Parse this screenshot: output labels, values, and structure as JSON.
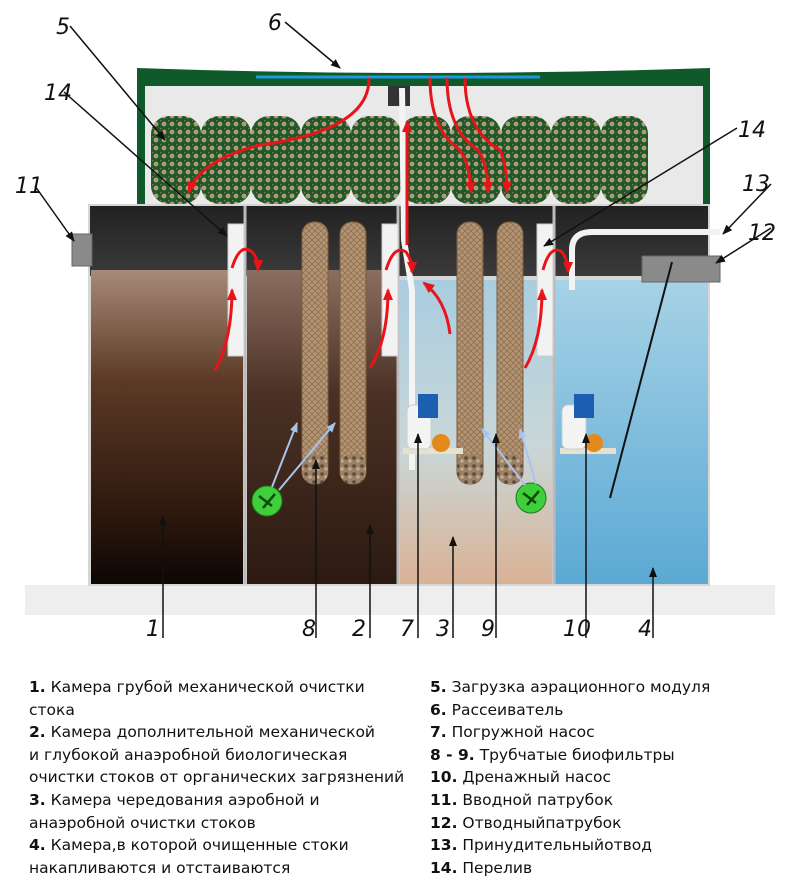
{
  "title": "Схема станции биологической очистки сточных вод",
  "callouts": [
    {
      "id": "1",
      "label": "1"
    },
    {
      "id": "2",
      "label": "2"
    },
    {
      "id": "3",
      "label": "3"
    },
    {
      "id": "4",
      "label": "4"
    },
    {
      "id": "5",
      "label": "5"
    },
    {
      "id": "6",
      "label": "6"
    },
    {
      "id": "7",
      "label": "7"
    },
    {
      "id": "8",
      "label": "8"
    },
    {
      "id": "9",
      "label": "9"
    },
    {
      "id": "10",
      "label": "10"
    },
    {
      "id": "11",
      "label": "11"
    },
    {
      "id": "12",
      "label": "12"
    },
    {
      "id": "13",
      "label": "13"
    },
    {
      "id": "14a",
      "label": "14"
    },
    {
      "id": "14b",
      "label": "14"
    }
  ],
  "legend": {
    "left": [
      {
        "num": "1.",
        "text": " Камера грубой механической очистки\nстока"
      },
      {
        "num": "2.",
        "text": " Камера дополнительной механической\nи глубокой анаэробной биологическая\nочистки стоков от органических загрязнений"
      },
      {
        "num": "3.",
        "text": " Камера чередования аэробной и\nанаэробной очистки стоков"
      },
      {
        "num": "4.",
        "text": " Камера,в которой очищенные стоки\nнакапливаются и отстаиваются"
      }
    ],
    "right": [
      {
        "num": "5.",
        "text": " Загрузка аэрационного модуля"
      },
      {
        "num": "6.",
        "text": " Рассеиватель"
      },
      {
        "num": "7.",
        "text": " Погружной насос"
      },
      {
        "num": "8 - 9.",
        "text": " Трубчатые биофильтры"
      },
      {
        "num": "10.",
        "text": " Дренажный насос"
      },
      {
        "num": "11.",
        "text": " Вводной патрубок"
      },
      {
        "num": "12.",
        "text": " Отводныйпатрубок"
      },
      {
        "num": "13.",
        "text": " Принудительныйотвод"
      },
      {
        "num": "14.",
        "text": " Перелив"
      }
    ]
  },
  "colors": {
    "module_frame": "#0f5a2a",
    "diffuser": "#1a9ae0",
    "flow_arrow": "#e8141a",
    "chamber1_top": "#9b7a66",
    "chamber1_bottom": "#160a05",
    "chamber2": "#4a3226",
    "chamber3": "#b7d3df",
    "chamber4": "#6fb4d6",
    "biofilter": "#b39574",
    "bacteria": "#3fcf3a",
    "pointer_arrow": "#a9c4ec"
  }
}
